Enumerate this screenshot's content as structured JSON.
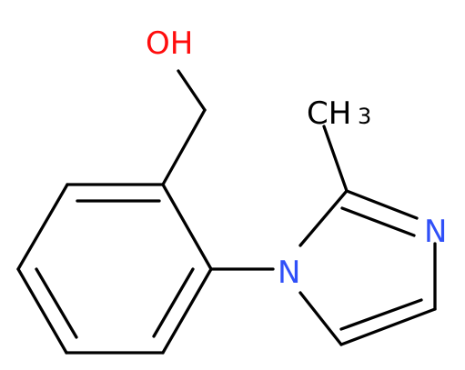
{
  "atom_labels": {
    "hydroxyl": "OH",
    "methyl_main": "CH",
    "methyl_subscript": "3",
    "imidazole_n3": "N",
    "imidazole_n1": "N"
  },
  "colors": {
    "bond": "#000000",
    "oxygen": "#ff0d0d",
    "nitrogen": "#3050f8",
    "carbon": "#000000"
  }
}
